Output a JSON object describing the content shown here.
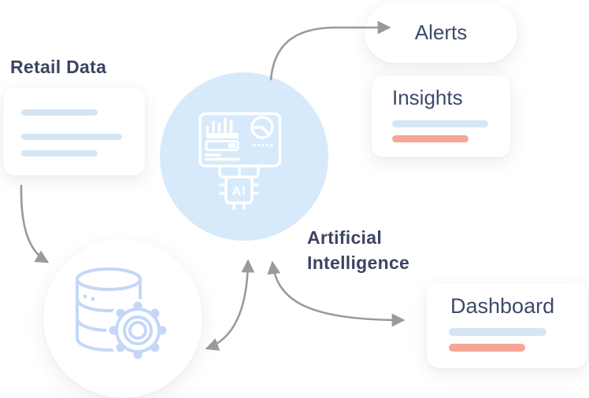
{
  "diagram": {
    "type": "flow-illustration",
    "palette": {
      "heading_text": "#3d4462",
      "card_title_text": "#3e4a6a",
      "card_bg": "#ffffff",
      "skeleton_blue": "#d6e5f3",
      "skeleton_salmon": "#f6a696",
      "ai_circle_bg": "#d7eafc",
      "ai_icon_stroke": "#ffffff",
      "db_icon_stroke": "#c4d7f8",
      "arrow_gray": "#9a9a9a",
      "page_bg": "#ffffff"
    },
    "nodes": {
      "retail_data": {
        "title": "Retail Data",
        "card_skeleton_lines": 3
      },
      "ai_core": {
        "label_line1": "Artificial",
        "label_line2": "Intelligence",
        "icon": "ai-dashboard-chip-icon",
        "chip_text": "AI"
      },
      "data_processing": {
        "icon": "database-gear-icon"
      },
      "alerts": {
        "label": "Alerts"
      },
      "insights": {
        "label": "Insights",
        "skeleton_lines": [
          "blue",
          "salmon"
        ]
      },
      "dashboard": {
        "label": "Dashboard",
        "skeleton_lines": [
          "blue",
          "salmon"
        ]
      }
    },
    "arrows": [
      {
        "from": "retail-data-card",
        "to": "data-processing-circle",
        "heads": [
          "end"
        ]
      },
      {
        "from": "data-processing-circle",
        "to": "ai-circle",
        "heads": [
          "start",
          "end"
        ]
      },
      {
        "from": "ai-circle",
        "to": "dashboard-card",
        "heads": [
          "start",
          "end"
        ]
      },
      {
        "from": "ai-circle",
        "to": "alerts-pill",
        "heads": [
          "end"
        ]
      }
    ]
  }
}
